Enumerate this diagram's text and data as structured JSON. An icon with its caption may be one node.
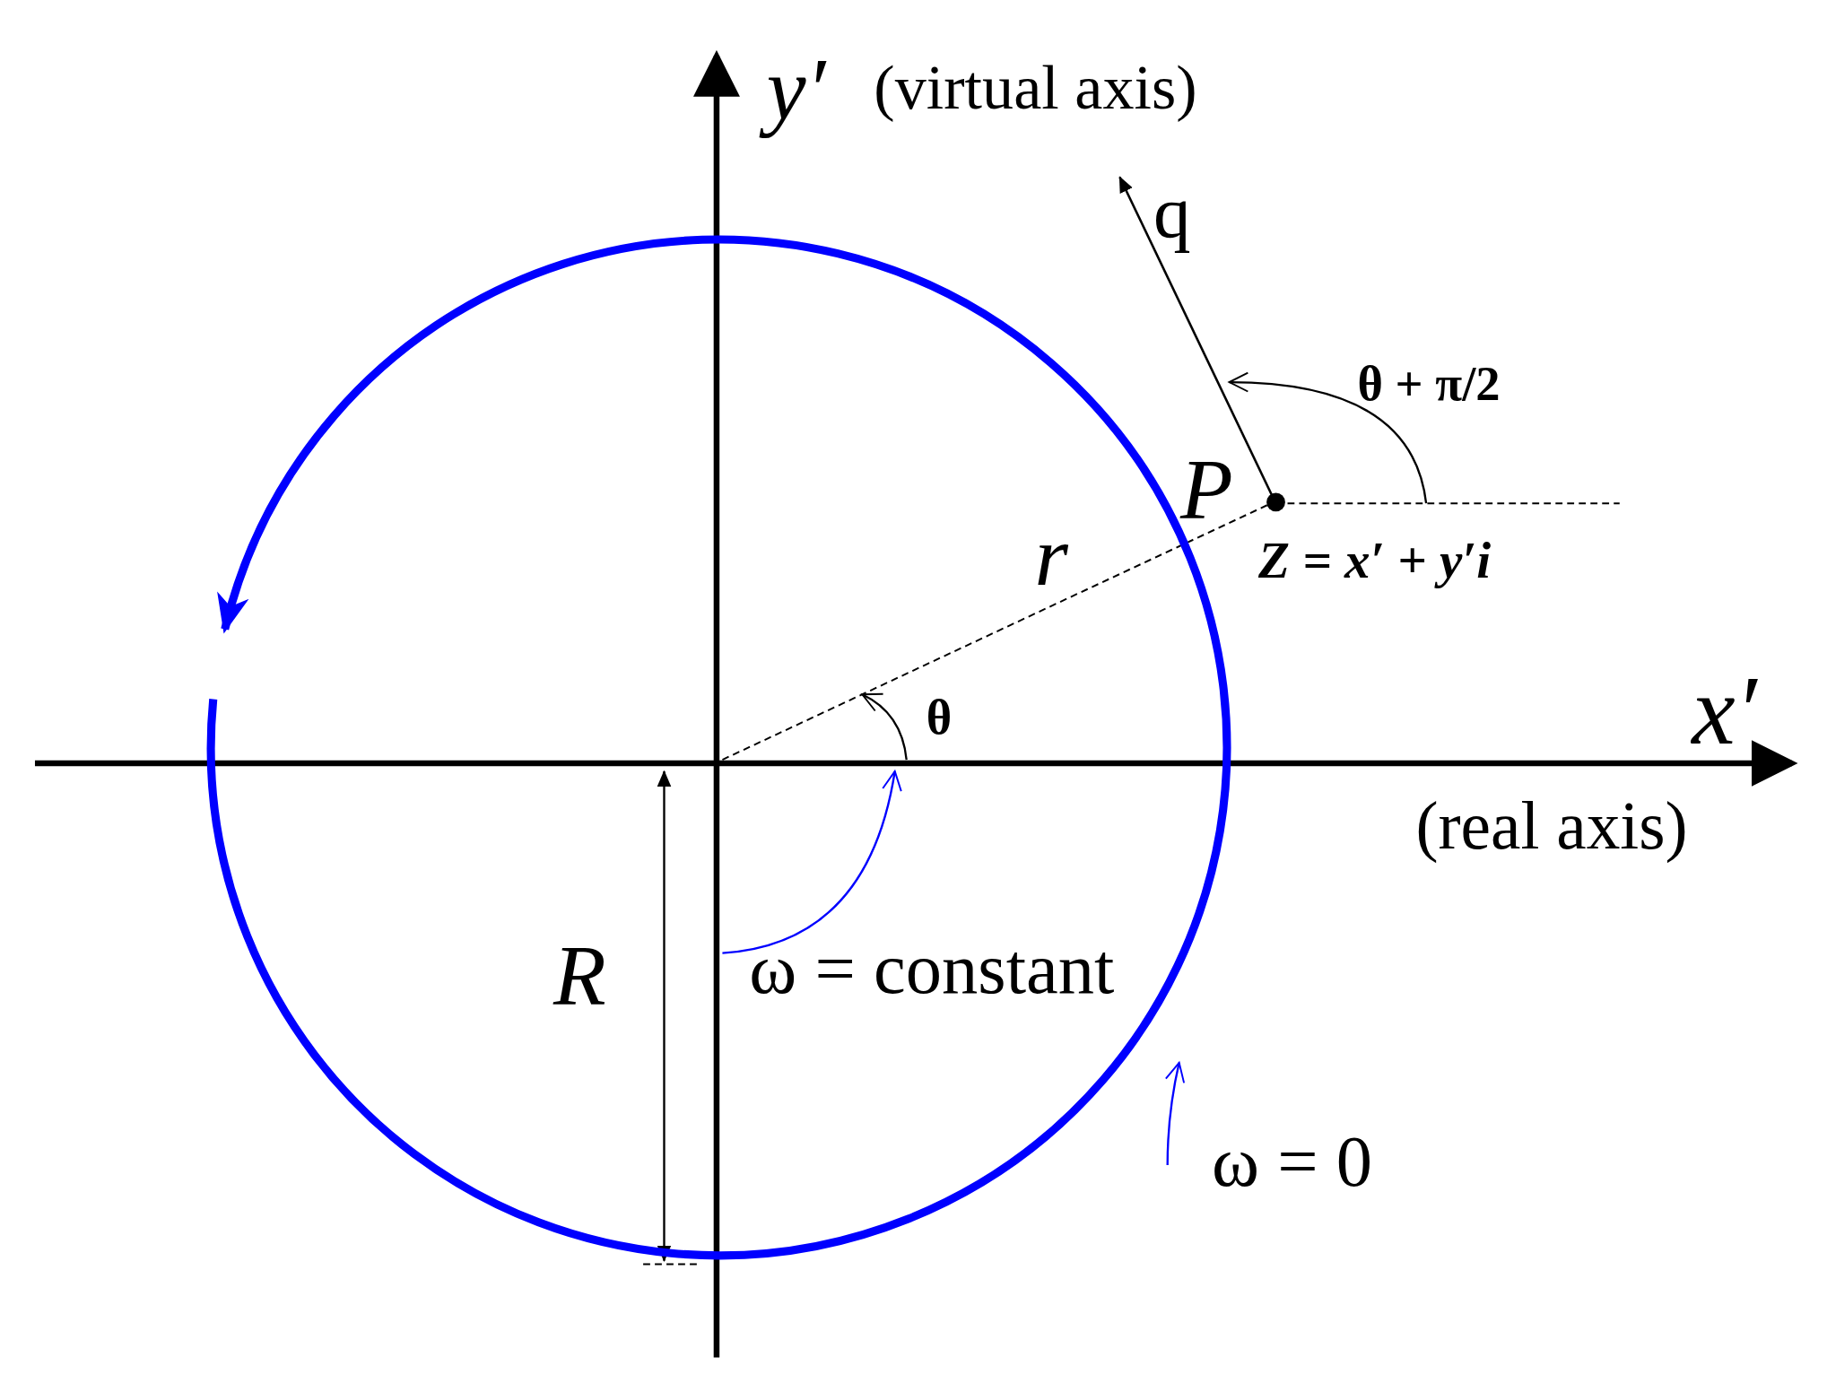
{
  "diagram": {
    "nodes": [
      {
        "text": [],
        "shape": "arc",
        "beside": [
          "θ"
        ]
      },
      {
        "text": [
          "ω = constant"
        ]
      },
      {
        "text": [
          "ω = 0"
        ]
      }
    ],
    "edges": [
      {
        "from": 1,
        "to": 0,
        "arrow": "to"
      },
      {
        "from": 2,
        "to": null,
        "arrow": "to"
      }
    ],
    "labels": [
      "y′",
      "(virtual  axis)",
      "q",
      "θ + π/2",
      "P",
      "r",
      "Z = x′ + y′i",
      "x′",
      "(real axis)",
      "R"
    ]
  }
}
